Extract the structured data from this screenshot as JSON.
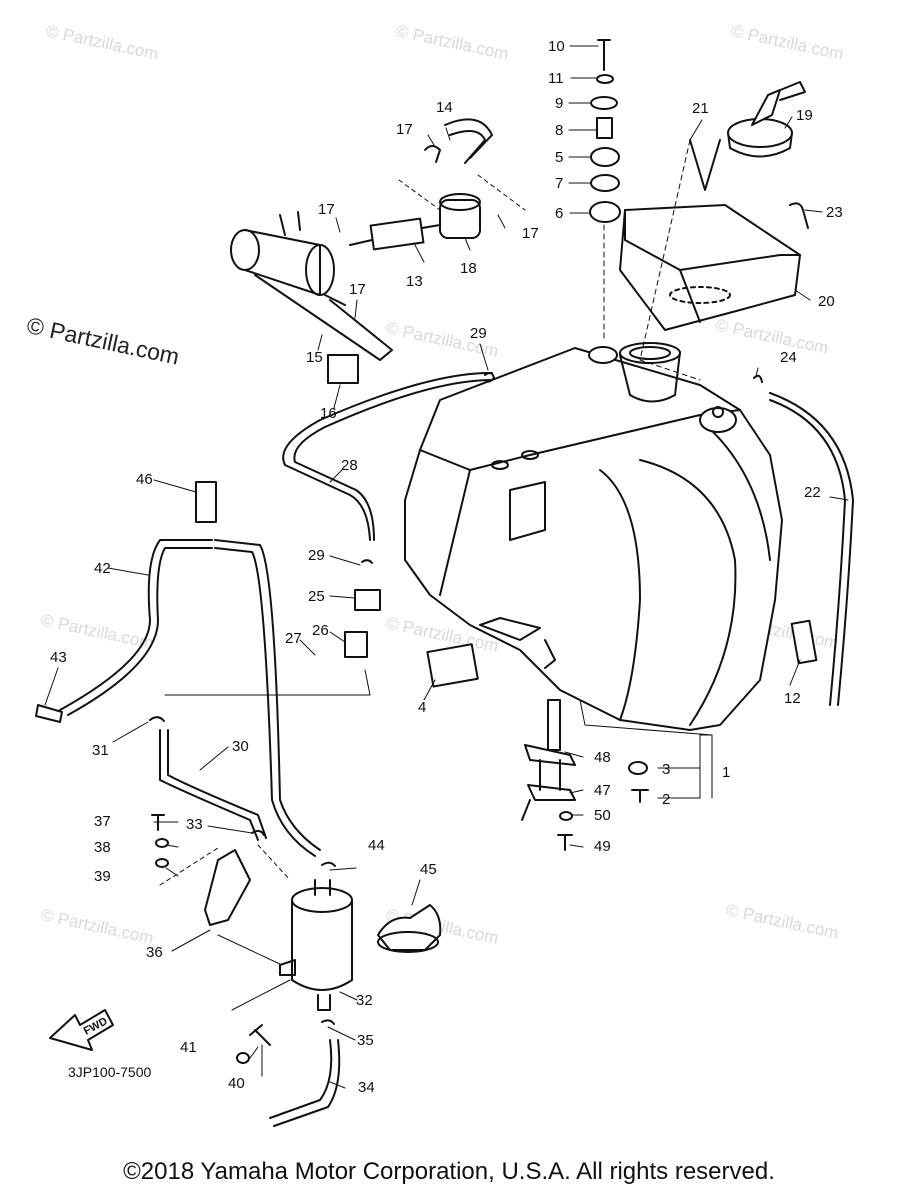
{
  "watermark": "© Partzilla.com",
  "watermark_secondary": "© Partzilla.com",
  "diagram_code": "3JP100-7500",
  "fwd_label": "FWD",
  "copyright": "©2018 Yamaha Motor Corporation, U.S.A. All rights reserved.",
  "callouts": [
    "10",
    "11",
    "9",
    "8",
    "5",
    "7",
    "6",
    "21",
    "19",
    "23",
    "20",
    "14",
    "17",
    "17",
    "17",
    "13",
    "18",
    "17",
    "15",
    "16",
    "29",
    "24",
    "22",
    "28",
    "46",
    "42",
    "43",
    "29",
    "25",
    "26",
    "27",
    "4",
    "12",
    "31",
    "30",
    "3",
    "1",
    "2",
    "48",
    "47",
    "50",
    "49",
    "37",
    "33",
    "44",
    "38",
    "39",
    "45",
    "36",
    "32",
    "35",
    "41",
    "40",
    "34"
  ]
}
